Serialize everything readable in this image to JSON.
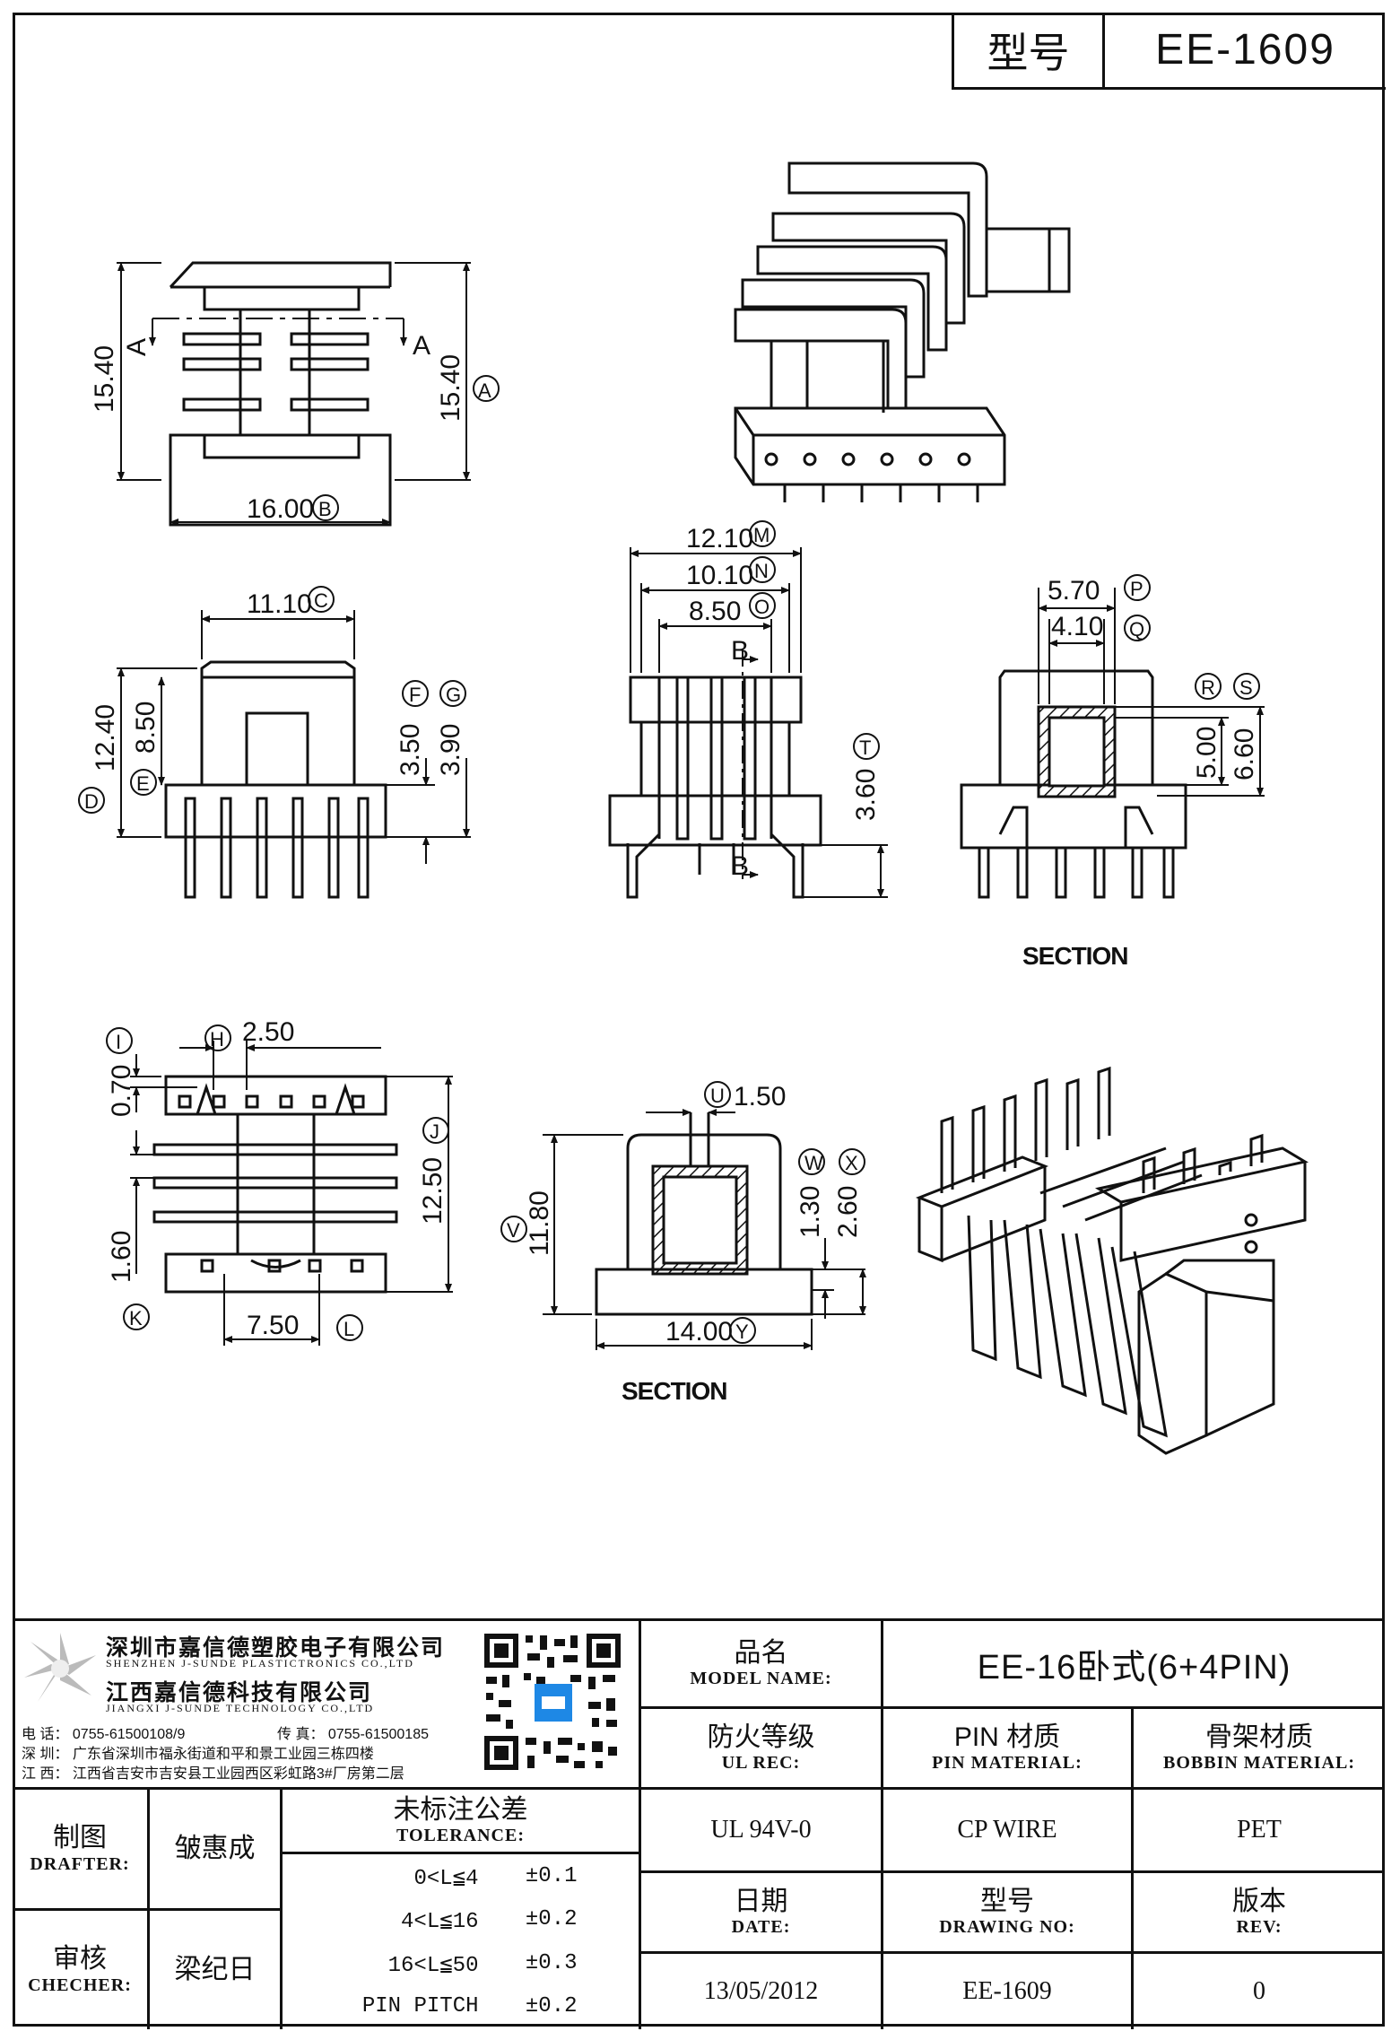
{
  "header": {
    "model_label": "型号",
    "model_value": "EE-1609"
  },
  "views": {
    "top": {
      "d1": "15.40",
      "d2": "15.40",
      "d3": "16.00",
      "a1": "A",
      "a2": "A",
      "cA": "A",
      "cB": "B"
    },
    "front": {
      "w": "11.10",
      "h1": "12.40",
      "h2": "8.50",
      "h3": "3.50",
      "h4": "3.90",
      "cC": "C",
      "cD": "D",
      "cE": "E",
      "cF": "F",
      "cG": "G"
    },
    "side": {
      "w1": "12.10",
      "w2": "10.10",
      "w3": "8.50",
      "h": "3.60",
      "b": "B",
      "cM": "M",
      "cN": "N",
      "cO": "O",
      "cT": "T"
    },
    "section1": {
      "w1": "5.70",
      "w2": "4.10",
      "h1": "5.00",
      "h2": "6.60",
      "label": "SECTION",
      "cP": "P",
      "cQ": "Q",
      "cR": "R",
      "cS": "S"
    },
    "bottom": {
      "d1": "2.50",
      "d2": "0.70",
      "d3": "12.50",
      "d4": "1.60",
      "d5": "7.50",
      "cH": "H",
      "cI": "I",
      "cJ": "J",
      "cK": "K",
      "cL": "L"
    },
    "section2": {
      "w": "1.50",
      "h1": "11.80",
      "h2": "1.30",
      "h3": "2.60",
      "w2": "14.00",
      "label": "SECTION",
      "cU": "U",
      "cV": "V",
      "cW": "W",
      "cX": "X",
      "cY": "Y"
    }
  },
  "company": {
    "name_sz": "深圳市嘉信德塑胶电子有限公司",
    "name_sz_en": "SHENZHEN J-SUNDE PLASTICTRONICS CO.,LTD",
    "name_jx": "江西嘉信德科技有限公司",
    "name_jx_en": "JIANGXI J-SUNDE TECHNOLOGY CO.,LTD",
    "phone": "电 话： 0755-61500108/9",
    "fax": "传 真： 0755-61500185",
    "addr_sz": "深 圳： 广东省深圳市福永街道和平和景工业园三栋四楼",
    "addr_jx": "江 西： 江西省吉安市吉安县工业园西区彩虹路3#厂房第二层"
  },
  "title_block": {
    "model_name_zh": "品名",
    "model_name_en": "MODEL NAME:",
    "model_name_val": "EE-16卧式(6+4PIN)",
    "ul_zh": "防火等级",
    "ul_en": "UL REC:",
    "ul_val": "UL 94V-0",
    "pin_zh": "PIN 材质",
    "pin_en": "PIN MATERIAL:",
    "pin_val": "CP WIRE",
    "bobbin_zh": "骨架材质",
    "bobbin_en": "BOBBIN MATERIAL:",
    "bobbin_val": "PET",
    "drafter_zh": "制图",
    "drafter_en": "DRAFTER:",
    "drafter_val": "皱惠成",
    "checker_zh": "审核",
    "checker_en": "CHECHER:",
    "checker_val": "梁纪日",
    "tol_zh": "未标注公差",
    "tol_en": "TOLERANCE:",
    "tolerances": [
      {
        "range": "0<L≦4",
        "val": "±0.1"
      },
      {
        "range": "4<L≦16",
        "val": "±0.2"
      },
      {
        "range": "16<L≦50",
        "val": "±0.3"
      },
      {
        "range": "PIN PITCH",
        "val": "±0.2"
      }
    ],
    "date_zh": "日期",
    "date_en": "DATE:",
    "date_val": "13/05/2012",
    "dwg_zh": "型号",
    "dwg_en": "DRAWING NO:",
    "dwg_val": "EE-1609",
    "rev_zh": "版本",
    "rev_en": "REV:",
    "rev_val": "0"
  }
}
